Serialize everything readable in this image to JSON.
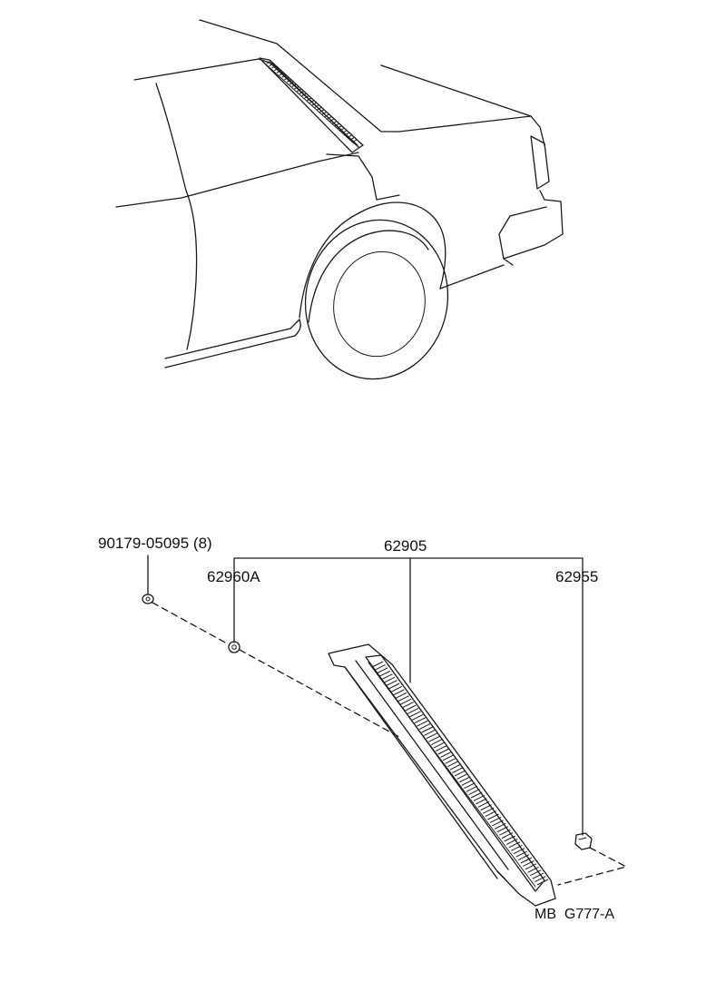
{
  "labels": {
    "bolt": "90179-05095 (8)",
    "moulding_assy": "62905",
    "clip": "62960A",
    "retainer": "62955",
    "ref_code": "MB  G777-A"
  }
}
